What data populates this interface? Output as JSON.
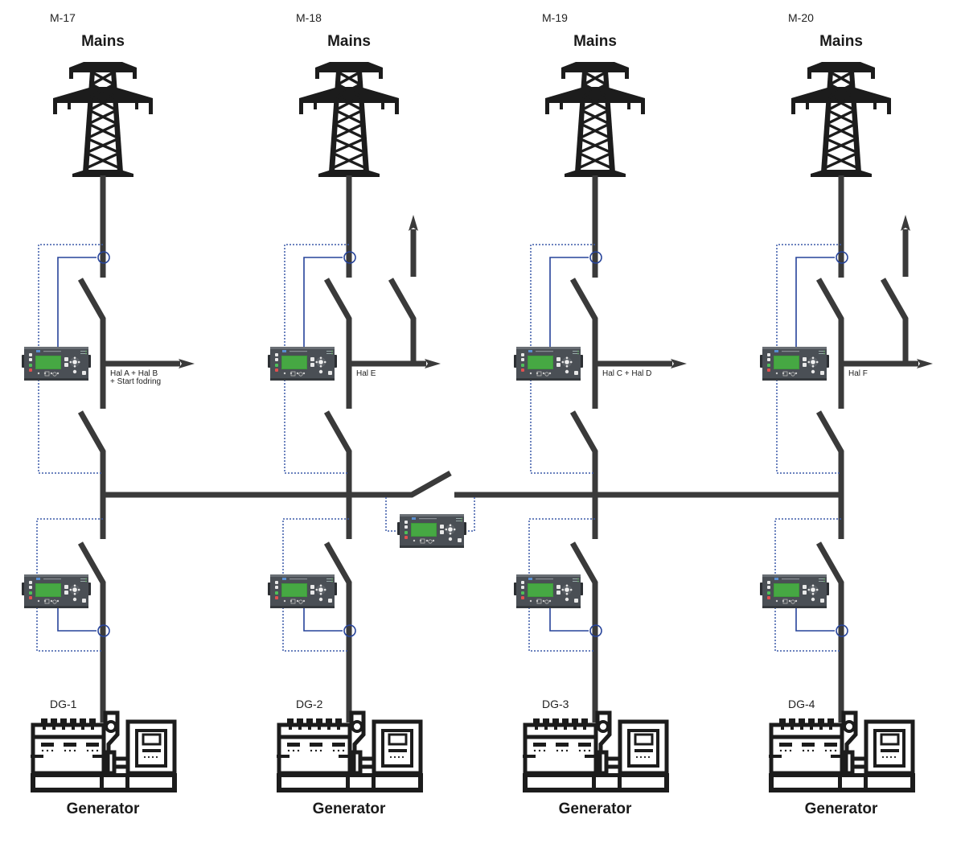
{
  "diagram": {
    "type": "single-line electrical diagram",
    "columns": [
      {
        "mains_id": "M-17",
        "mains_label": "Mains",
        "feeder_label_lines": [
          "Hal A + Hal B",
          "+ Start fodring"
        ],
        "has_extra_feeder": false,
        "gen_id": "DG-1",
        "gen_label": "Generator"
      },
      {
        "mains_id": "M-18",
        "mains_label": "Mains",
        "feeder_label_lines": [
          "Hal E"
        ],
        "has_extra_feeder": true,
        "gen_id": "DG-2",
        "gen_label": "Generator"
      },
      {
        "mains_id": "M-19",
        "mains_label": "Mains",
        "feeder_label_lines": [
          "Hal C + Hal D"
        ],
        "has_extra_feeder": false,
        "gen_id": "DG-3",
        "gen_label": "Generator"
      },
      {
        "mains_id": "M-20",
        "mains_label": "Mains",
        "feeder_label_lines": [
          "Hal F"
        ],
        "has_extra_feeder": true,
        "gen_id": "DG-4",
        "gen_label": "Generator"
      }
    ],
    "bus_tie_controller": true,
    "colors": {
      "busbar": "#3a3a3a",
      "control_wire": "#26439a",
      "signal_wire_dotted": "#3b5aa8",
      "controller_body": "#4a4f55",
      "controller_display": "#3d9a3a",
      "icon_black": "#1c1c1c"
    }
  }
}
